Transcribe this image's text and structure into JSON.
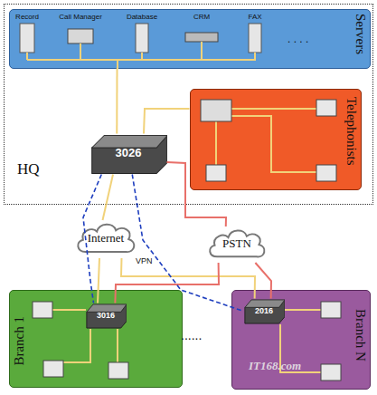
{
  "diagram": {
    "nodes": [
      {
        "text": [
          "HQ"
        ]
      },
      {
        "text": [
          "Servers"
        ],
        "in": 0
      },
      {
        "text": [
          "Telephonists"
        ],
        "in": 0
      },
      {
        "text": [
          "3026"
        ],
        "in": 0
      },
      {
        "text": [
          "Internet"
        ]
      },
      {
        "text": [
          "PSTN"
        ]
      },
      {
        "text": [
          "Branch 1"
        ]
      },
      {
        "text": [
          "3016"
        ],
        "in": 6
      },
      {
        "text": [
          "Branch N"
        ]
      },
      {
        "text": [
          "2016"
        ],
        "in": 8
      }
    ],
    "edges": [
      {
        "from": 1,
        "to": 3,
        "arrow": "none"
      },
      {
        "from": 2,
        "to": 3,
        "arrow": "none"
      },
      {
        "from": 3,
        "to": 4,
        "arrow": "none"
      },
      {
        "from": 3,
        "to": 5,
        "arrow": "none"
      },
      {
        "from": 4,
        "to": 7,
        "arrow": "none"
      },
      {
        "from": 4,
        "to": 9,
        "arrow": "none"
      },
      {
        "from": 5,
        "to": 7,
        "arrow": "none"
      },
      {
        "from": 5,
        "to": 9,
        "arrow": "none"
      },
      {
        "from": 3,
        "to": 7,
        "arrow": "none"
      },
      {
        "from": 3,
        "to": 9,
        "label": "VPN",
        "arrow": "none"
      }
    ],
    "labels": [
      "Record",
      "Call Manager",
      "Database",
      "CRM",
      "FAX",
      ". . . .",
      "......",
      "IT168.com"
    ]
  }
}
